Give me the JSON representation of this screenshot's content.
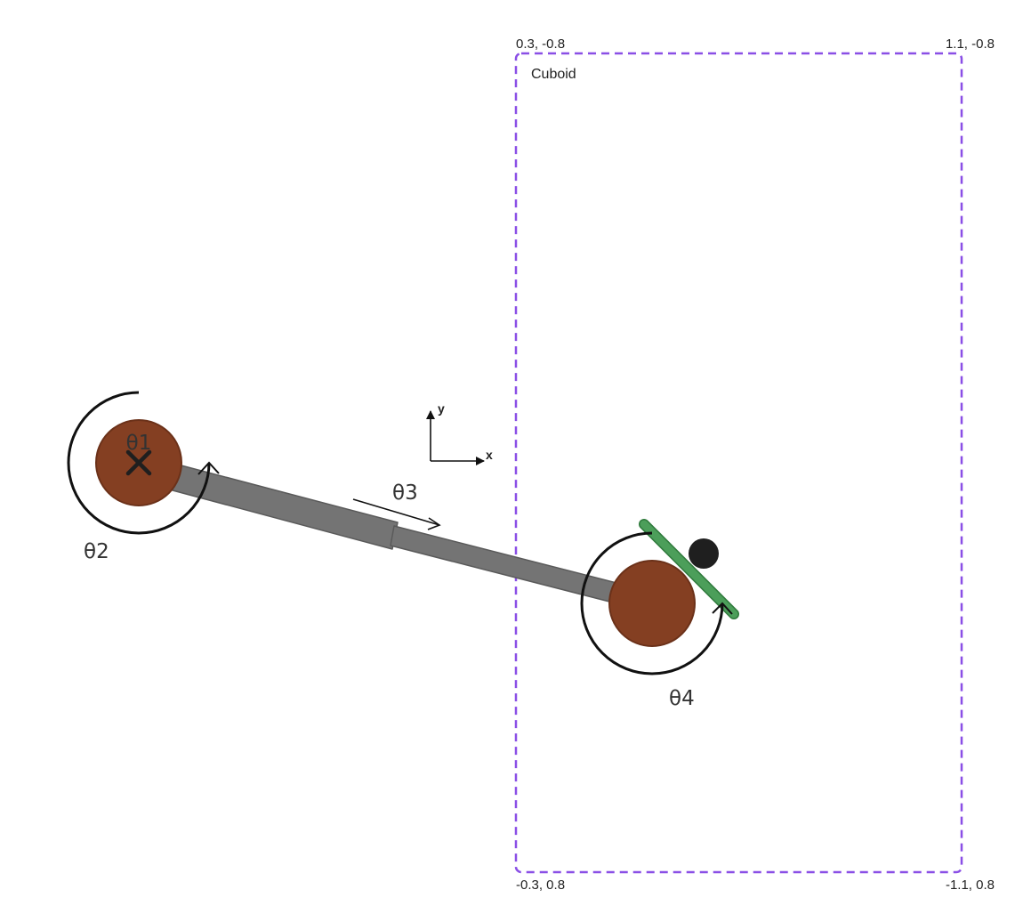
{
  "workspace": {
    "label": "Cuboid",
    "color": "#8a4fe6",
    "corners": {
      "top_left": "0.3, -0.8",
      "top_right": "1.1, -0.8",
      "bottom_left": "-0.3, 0.8",
      "bottom_right": "-1.1, 0.8"
    }
  },
  "joints": {
    "theta1": "θ1",
    "theta2": "θ2",
    "theta3": "θ3",
    "theta4": "θ4"
  },
  "axes": {
    "x": "x",
    "y": "y"
  },
  "colors": {
    "joint": "#843f22",
    "joint_stroke": "#6b3119",
    "link": "#747474",
    "link_stroke": "#5a5a5a",
    "gripper": "#4c9e5a",
    "gripper_stroke": "#2f7a3c",
    "target": "#1f1f1f"
  }
}
